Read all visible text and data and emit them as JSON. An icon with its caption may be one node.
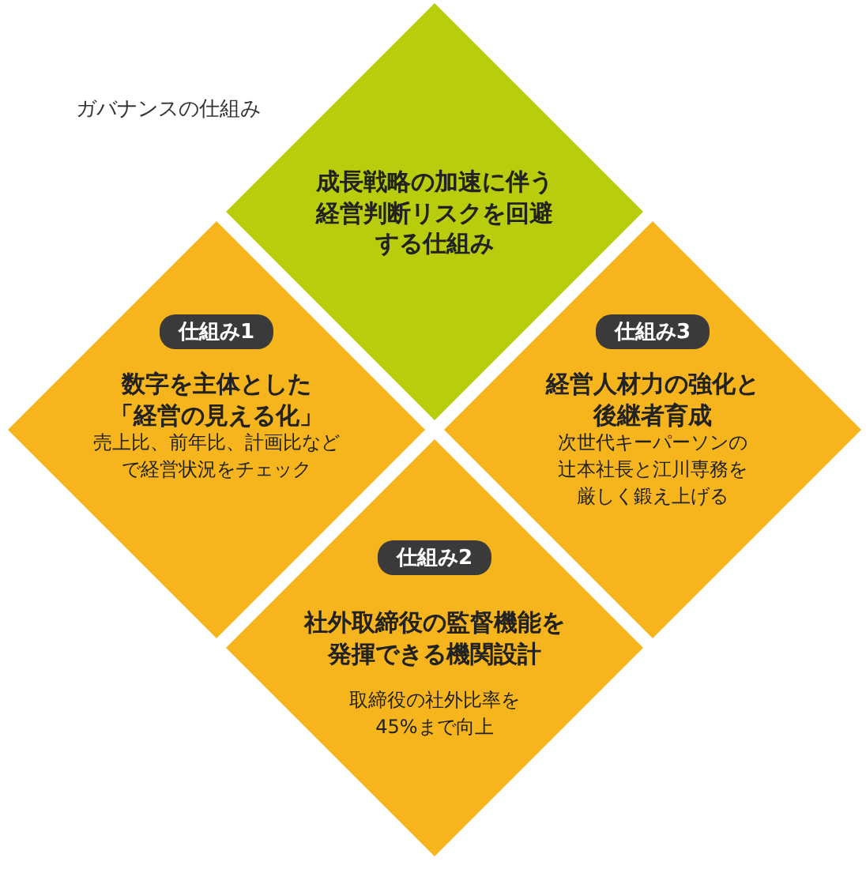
{
  "diagram": {
    "title": "ガバナンスの仕組み",
    "nodes": [
      {
        "text": [
          "成長戦略の加速に伴う経営判断リスクを回避する仕組み"
        ]
      },
      {
        "text": [
          "仕組み1",
          "数字を主体とした「経営の見える化」",
          "売上比、前年比、計画比などで経営状況をチェック"
        ]
      },
      {
        "text": [
          "仕組み3",
          "経営人材力の強化と後継者育成",
          "次世代キーパーソンの辻本社長と江川専務を厳しく鍛え上げる"
        ]
      },
      {
        "text": [
          "仕組み2",
          "社外取締役の監督機能を発揮できる機関設計",
          "取締役の社外比率を45%まで向上"
        ]
      }
    ]
  }
}
